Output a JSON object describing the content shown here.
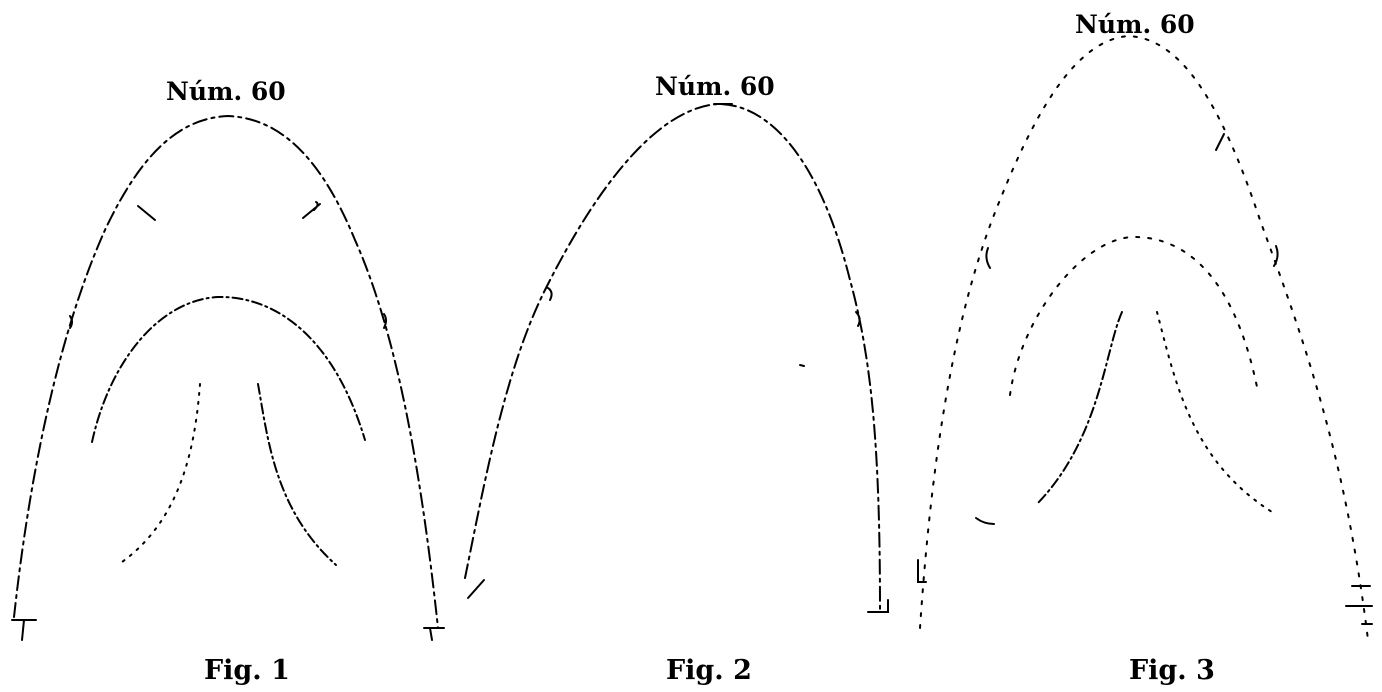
{
  "figures": [
    {
      "number_label": "Núm. 60",
      "caption": "Fig. 1"
    },
    {
      "number_label": "Núm. 60",
      "caption": "Fig. 2"
    },
    {
      "number_label": "Núm. 60",
      "caption": "Fig. 3"
    }
  ]
}
